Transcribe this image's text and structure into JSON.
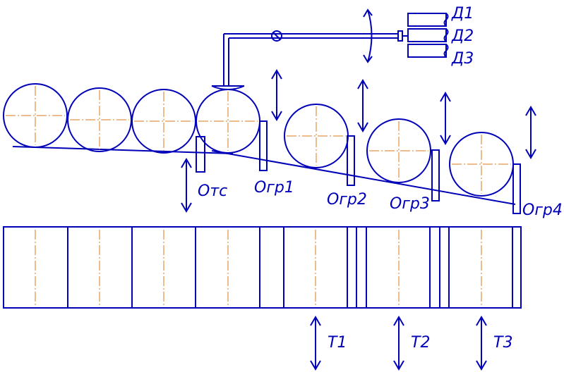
{
  "colors": {
    "line": "#0000b8",
    "centerline": "#d97a1a",
    "background": "#ffffff"
  },
  "sensor_labels": [
    "Д1",
    "Д2",
    "Д3"
  ],
  "stopper_label": "Отс",
  "limiter_labels": [
    "Огр1",
    "Огр2",
    "Огр3",
    "Огр4"
  ],
  "pusher_labels": [
    "Т1",
    "Т2",
    "Т3"
  ],
  "icons": {
    "motion": "double-headed-arrow",
    "valve": "circle-valve"
  }
}
